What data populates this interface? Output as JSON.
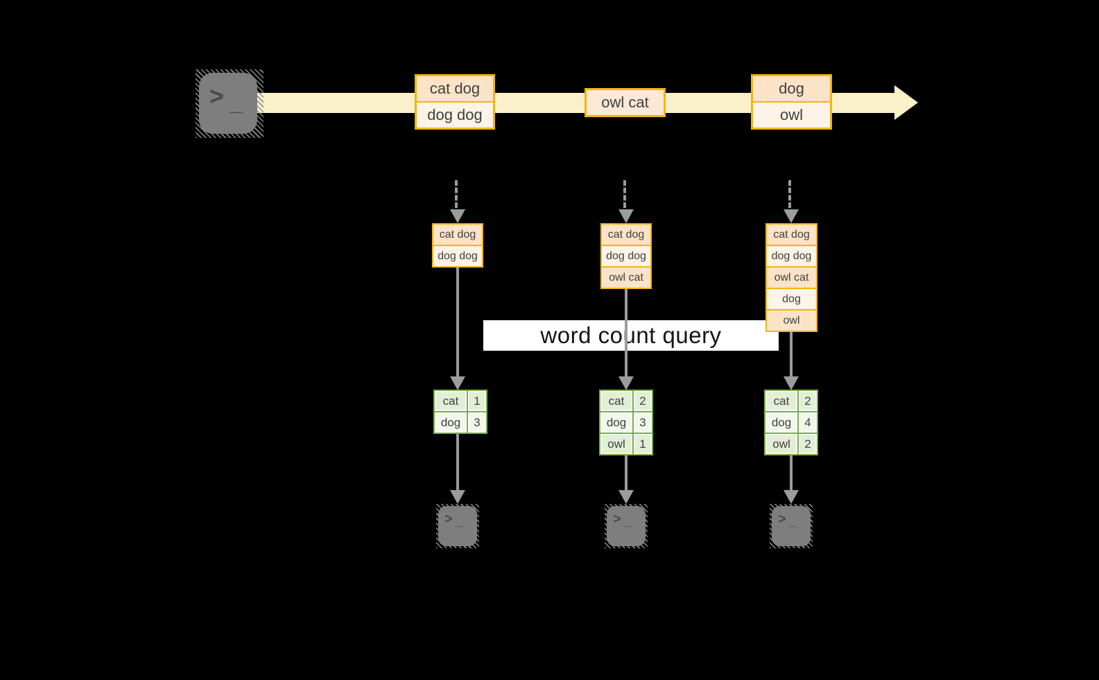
{
  "banner": {
    "label": "word count query"
  },
  "icons": {
    "source_terminal": "terminal-icon",
    "sink_terminal": "terminal-icon",
    "prompt_chevron": ">",
    "prompt_cursor": "_"
  },
  "timeline": {
    "events": [
      {
        "cells": [
          "cat dog",
          "dog dog"
        ]
      },
      {
        "cells": [
          "owl cat"
        ]
      },
      {
        "cells": [
          "dog",
          "owl"
        ]
      }
    ]
  },
  "tasks": [
    {
      "buffer": [
        "cat dog",
        "dog dog"
      ],
      "counts": [
        {
          "word": "cat",
          "value": "1"
        },
        {
          "word": "dog",
          "value": "3"
        }
      ]
    },
    {
      "buffer": [
        "cat dog",
        "dog dog",
        "owl cat"
      ],
      "counts": [
        {
          "word": "cat",
          "value": "2"
        },
        {
          "word": "dog",
          "value": "3"
        },
        {
          "word": "owl",
          "value": "1"
        }
      ]
    },
    {
      "buffer": [
        "cat dog",
        "dog dog",
        "owl cat",
        "dog",
        "owl"
      ],
      "counts": [
        {
          "word": "cat",
          "value": "2"
        },
        {
          "word": "dog",
          "value": "4"
        },
        {
          "word": "owl",
          "value": "2"
        }
      ]
    }
  ],
  "colors": {
    "background": "#000000",
    "stream_arrow": "#faf0ca",
    "event_border": "#f2b411",
    "event_fill_peach": "#fbe3c7",
    "event_fill_cream": "#fdf3e6",
    "table_border": "#77ad48",
    "table_fill_dark": "#e3eed7",
    "table_fill_light": "#f2f7eb",
    "flow_arrow": "#9c9c9c",
    "terminal_gray": "#7e7e7e"
  }
}
